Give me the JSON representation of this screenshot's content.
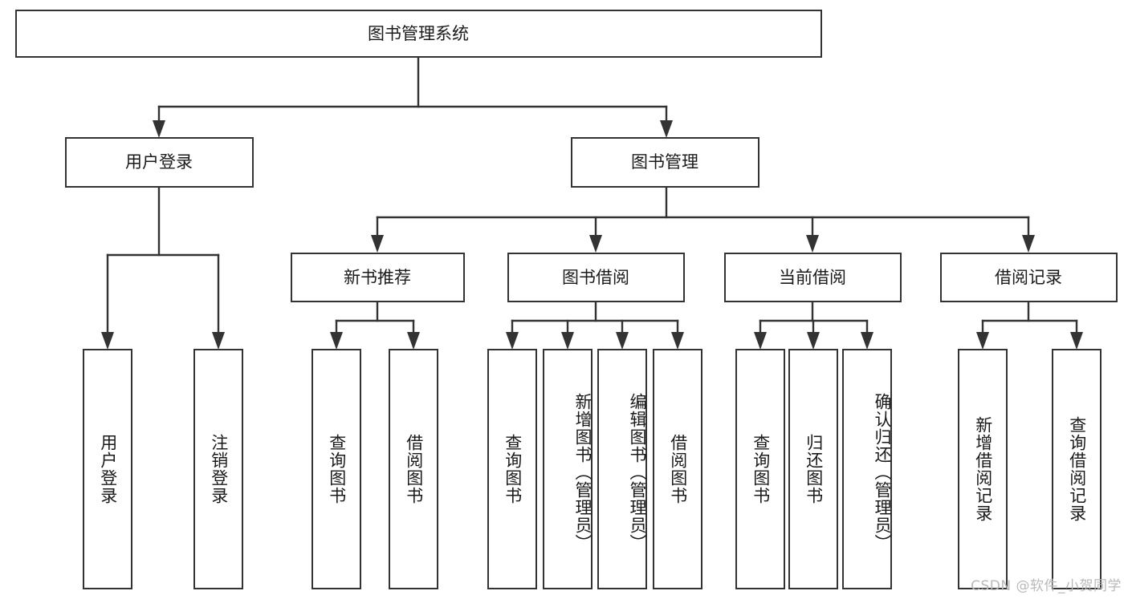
{
  "diagram": {
    "type": "tree-hierarchy-chart",
    "title": "图书管理系统",
    "colors": {
      "box_stroke": "#333333",
      "box_fill": "#ffffff",
      "connector": "#333333",
      "text": "#1a1a1a",
      "watermark": "#b9b9b9",
      "background": "#ffffff"
    },
    "root": {
      "label": "图书管理系统"
    },
    "level1": [
      {
        "label": "用户登录"
      },
      {
        "label": "图书管理"
      }
    ],
    "level2": [
      {
        "label": "新书推荐",
        "parent": "图书管理"
      },
      {
        "label": "图书借阅",
        "parent": "图书管理"
      },
      {
        "label": "当前借阅",
        "parent": "图书管理"
      },
      {
        "label": "借阅记录",
        "parent": "图书管理"
      }
    ],
    "leaves": {
      "user_login": [
        {
          "label": "用户登录"
        },
        {
          "label": "注销登录"
        }
      ],
      "new_book_recommend": [
        {
          "label": "查询图书"
        },
        {
          "label": "借阅图书"
        }
      ],
      "book_borrow": [
        {
          "label": "查询图书"
        },
        {
          "label": "新增图书（管理员）"
        },
        {
          "label": "编辑图书（管理员）"
        },
        {
          "label": "借阅图书"
        }
      ],
      "current_borrow": [
        {
          "label": "查询图书"
        },
        {
          "label": "归还图书"
        },
        {
          "label": "确认归还（管理员）"
        }
      ],
      "borrow_record": [
        {
          "label": "新增借阅记录"
        },
        {
          "label": "查询借阅记录"
        }
      ]
    },
    "watermark": "CSDN @软件_小贺同学"
  }
}
